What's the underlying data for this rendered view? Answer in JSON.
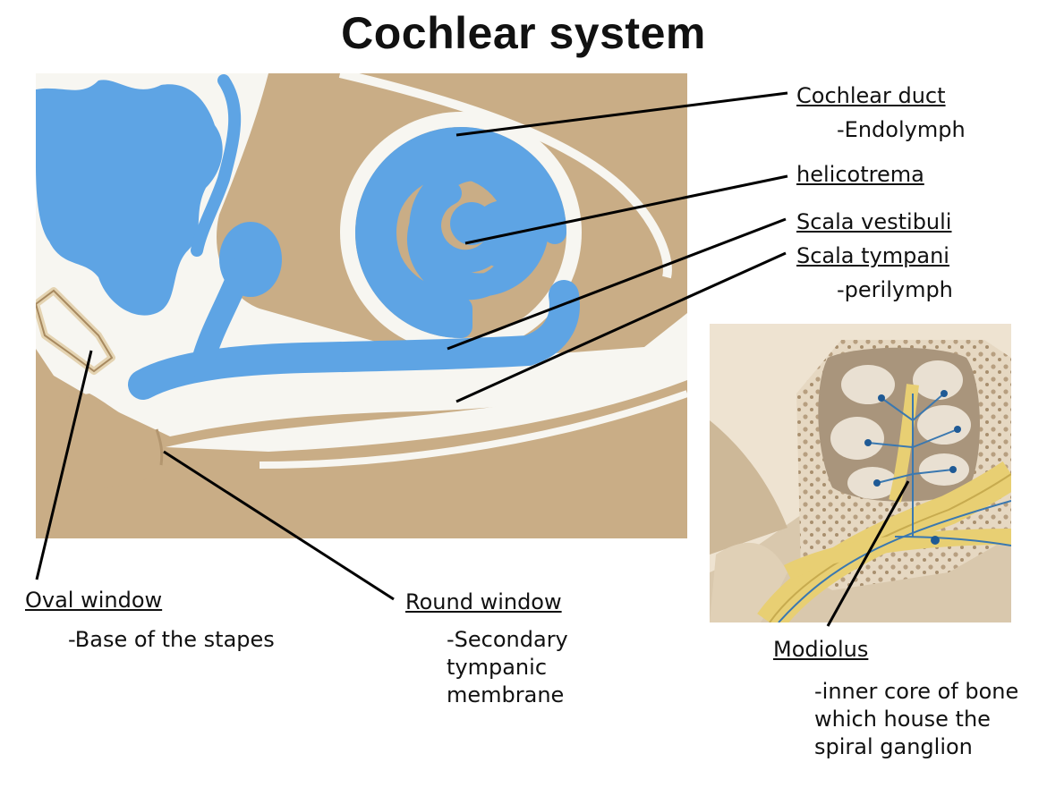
{
  "title": "Cochlear system",
  "labels": {
    "cochlear_duct": "Cochlear duct",
    "endolymph": "-Endolymph",
    "helicotrema": "helicotrema",
    "scala_vestibuli": "Scala vestibuli",
    "scala_tympani": "Scala tympani",
    "perilymph": "-perilymph",
    "oval_window": "Oval window",
    "oval_window_desc": "-Base of the stapes",
    "round_window": "Round window",
    "round_window_desc": "-Secondary\ntympanic\nmembrane",
    "modiolus": "Modiolus",
    "modiolus_desc": "-inner core of bone\nwhich house the\nspiral ganglion"
  },
  "colors": {
    "bone": "#c9ad86",
    "bone_dark": "#b3966f",
    "endolymph_blue": "#5ea4e4",
    "perilymph_white": "#f7f6f1",
    "nerve_yellow": "#e8cf73",
    "nerve_blue": "#3a78b0",
    "leader_line": "#000000"
  }
}
